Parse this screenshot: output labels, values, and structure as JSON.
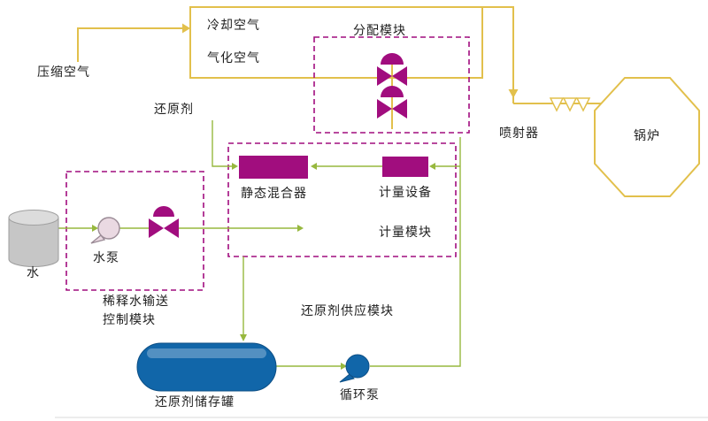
{
  "diagram": {
    "air_system": {
      "compressed_air": "压缩空气",
      "cooling_air": "冷却空气",
      "atomizing_air": "气化空气"
    },
    "modules": {
      "distribution": "分配模块",
      "metering": "计量模块",
      "dilution_line1": "稀释水输送",
      "dilution_line2": "控制模块",
      "reductant_supply": "还原剂供应模块"
    },
    "equipment": {
      "injector": "喷射器",
      "boiler": "锅炉",
      "static_mixer": "静态混合器",
      "metering_device": "计量设备",
      "water": "水",
      "water_pump": "水泵",
      "storage_tank": "还原剂储存罐",
      "circulation_pump": "循环泵"
    },
    "streams": {
      "reductant": "还原剂"
    },
    "colors": {
      "pipe_yellow": "#e2c04c",
      "line_green": "#97b83e",
      "module_magenta": "#a10d7e",
      "tank_blue": "#1166a9",
      "text": "#1f1f1f"
    }
  }
}
